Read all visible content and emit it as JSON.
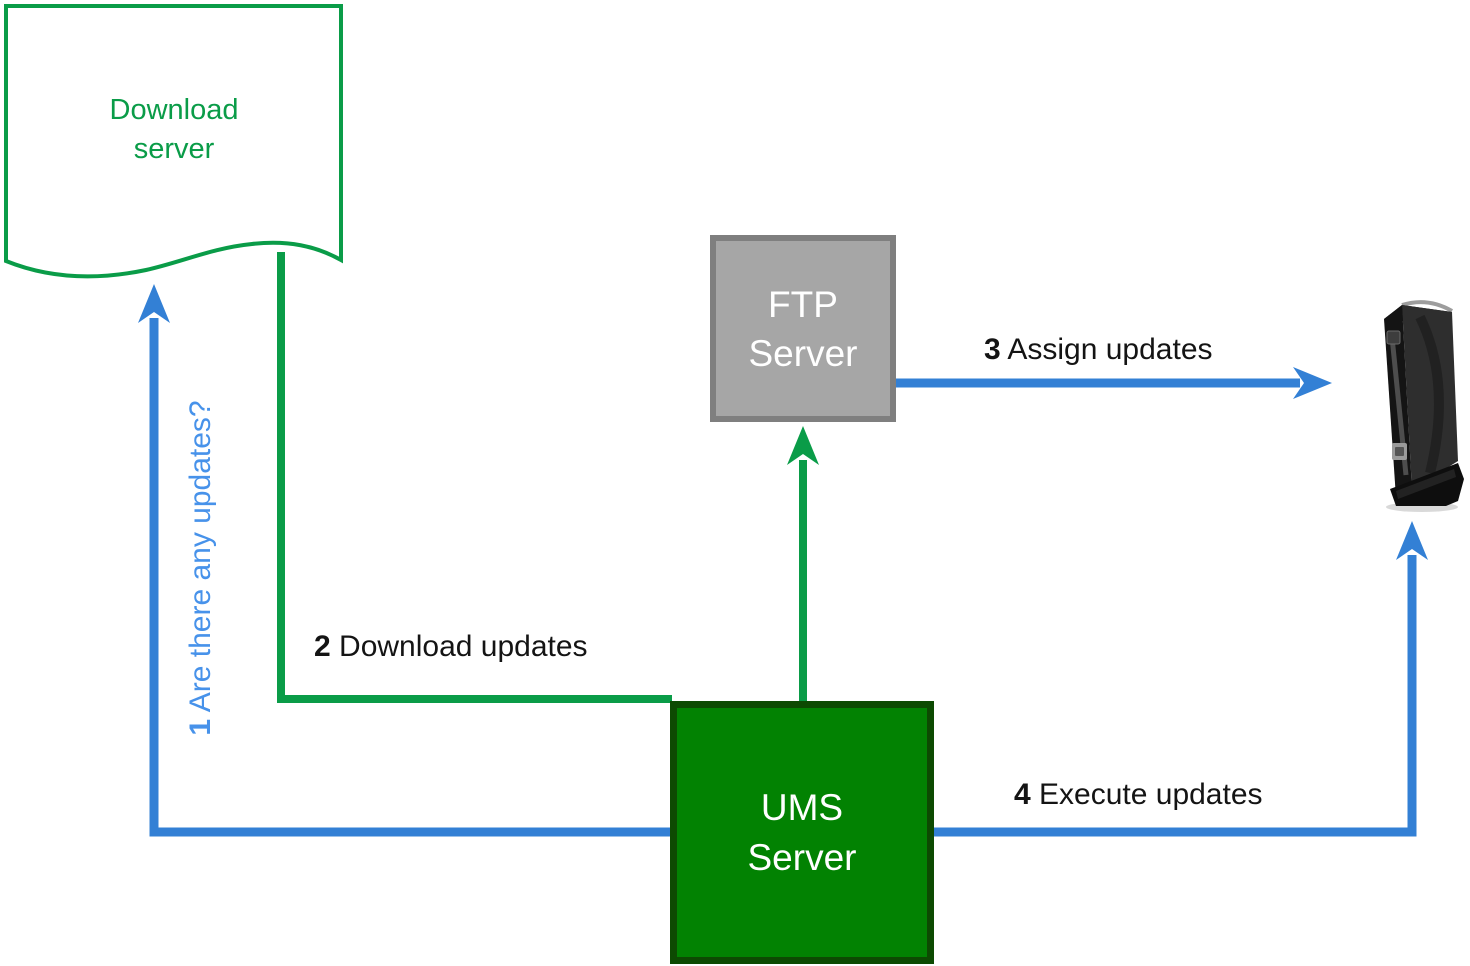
{
  "diagram": {
    "title_none": "",
    "nodes": {
      "download_server": {
        "line1": "Download",
        "line2": "server"
      },
      "ftp_server": {
        "line1": "FTP",
        "line2": "Server"
      },
      "ums_server": {
        "line1": "UMS",
        "line2": "Server"
      },
      "thin_client_device": {
        "icon": "thin-client-tower-icon"
      }
    },
    "steps": [
      {
        "number": "1",
        "label": " Are there any updates?"
      },
      {
        "number": "2",
        "label": " Download updates"
      },
      {
        "number": "3",
        "label": " Assign updates"
      },
      {
        "number": "4",
        "label": " Execute updates"
      }
    ]
  },
  "colors": {
    "green-line": "#0a9c48",
    "green-box": "#028202",
    "green-box-border": "#0d4a02",
    "blue-line": "#3380d5",
    "blue-text": "#4792ea",
    "gray-box": "#a6a6a6",
    "gray-box-border": "#7f7f7f",
    "label-black": "#141414"
  }
}
